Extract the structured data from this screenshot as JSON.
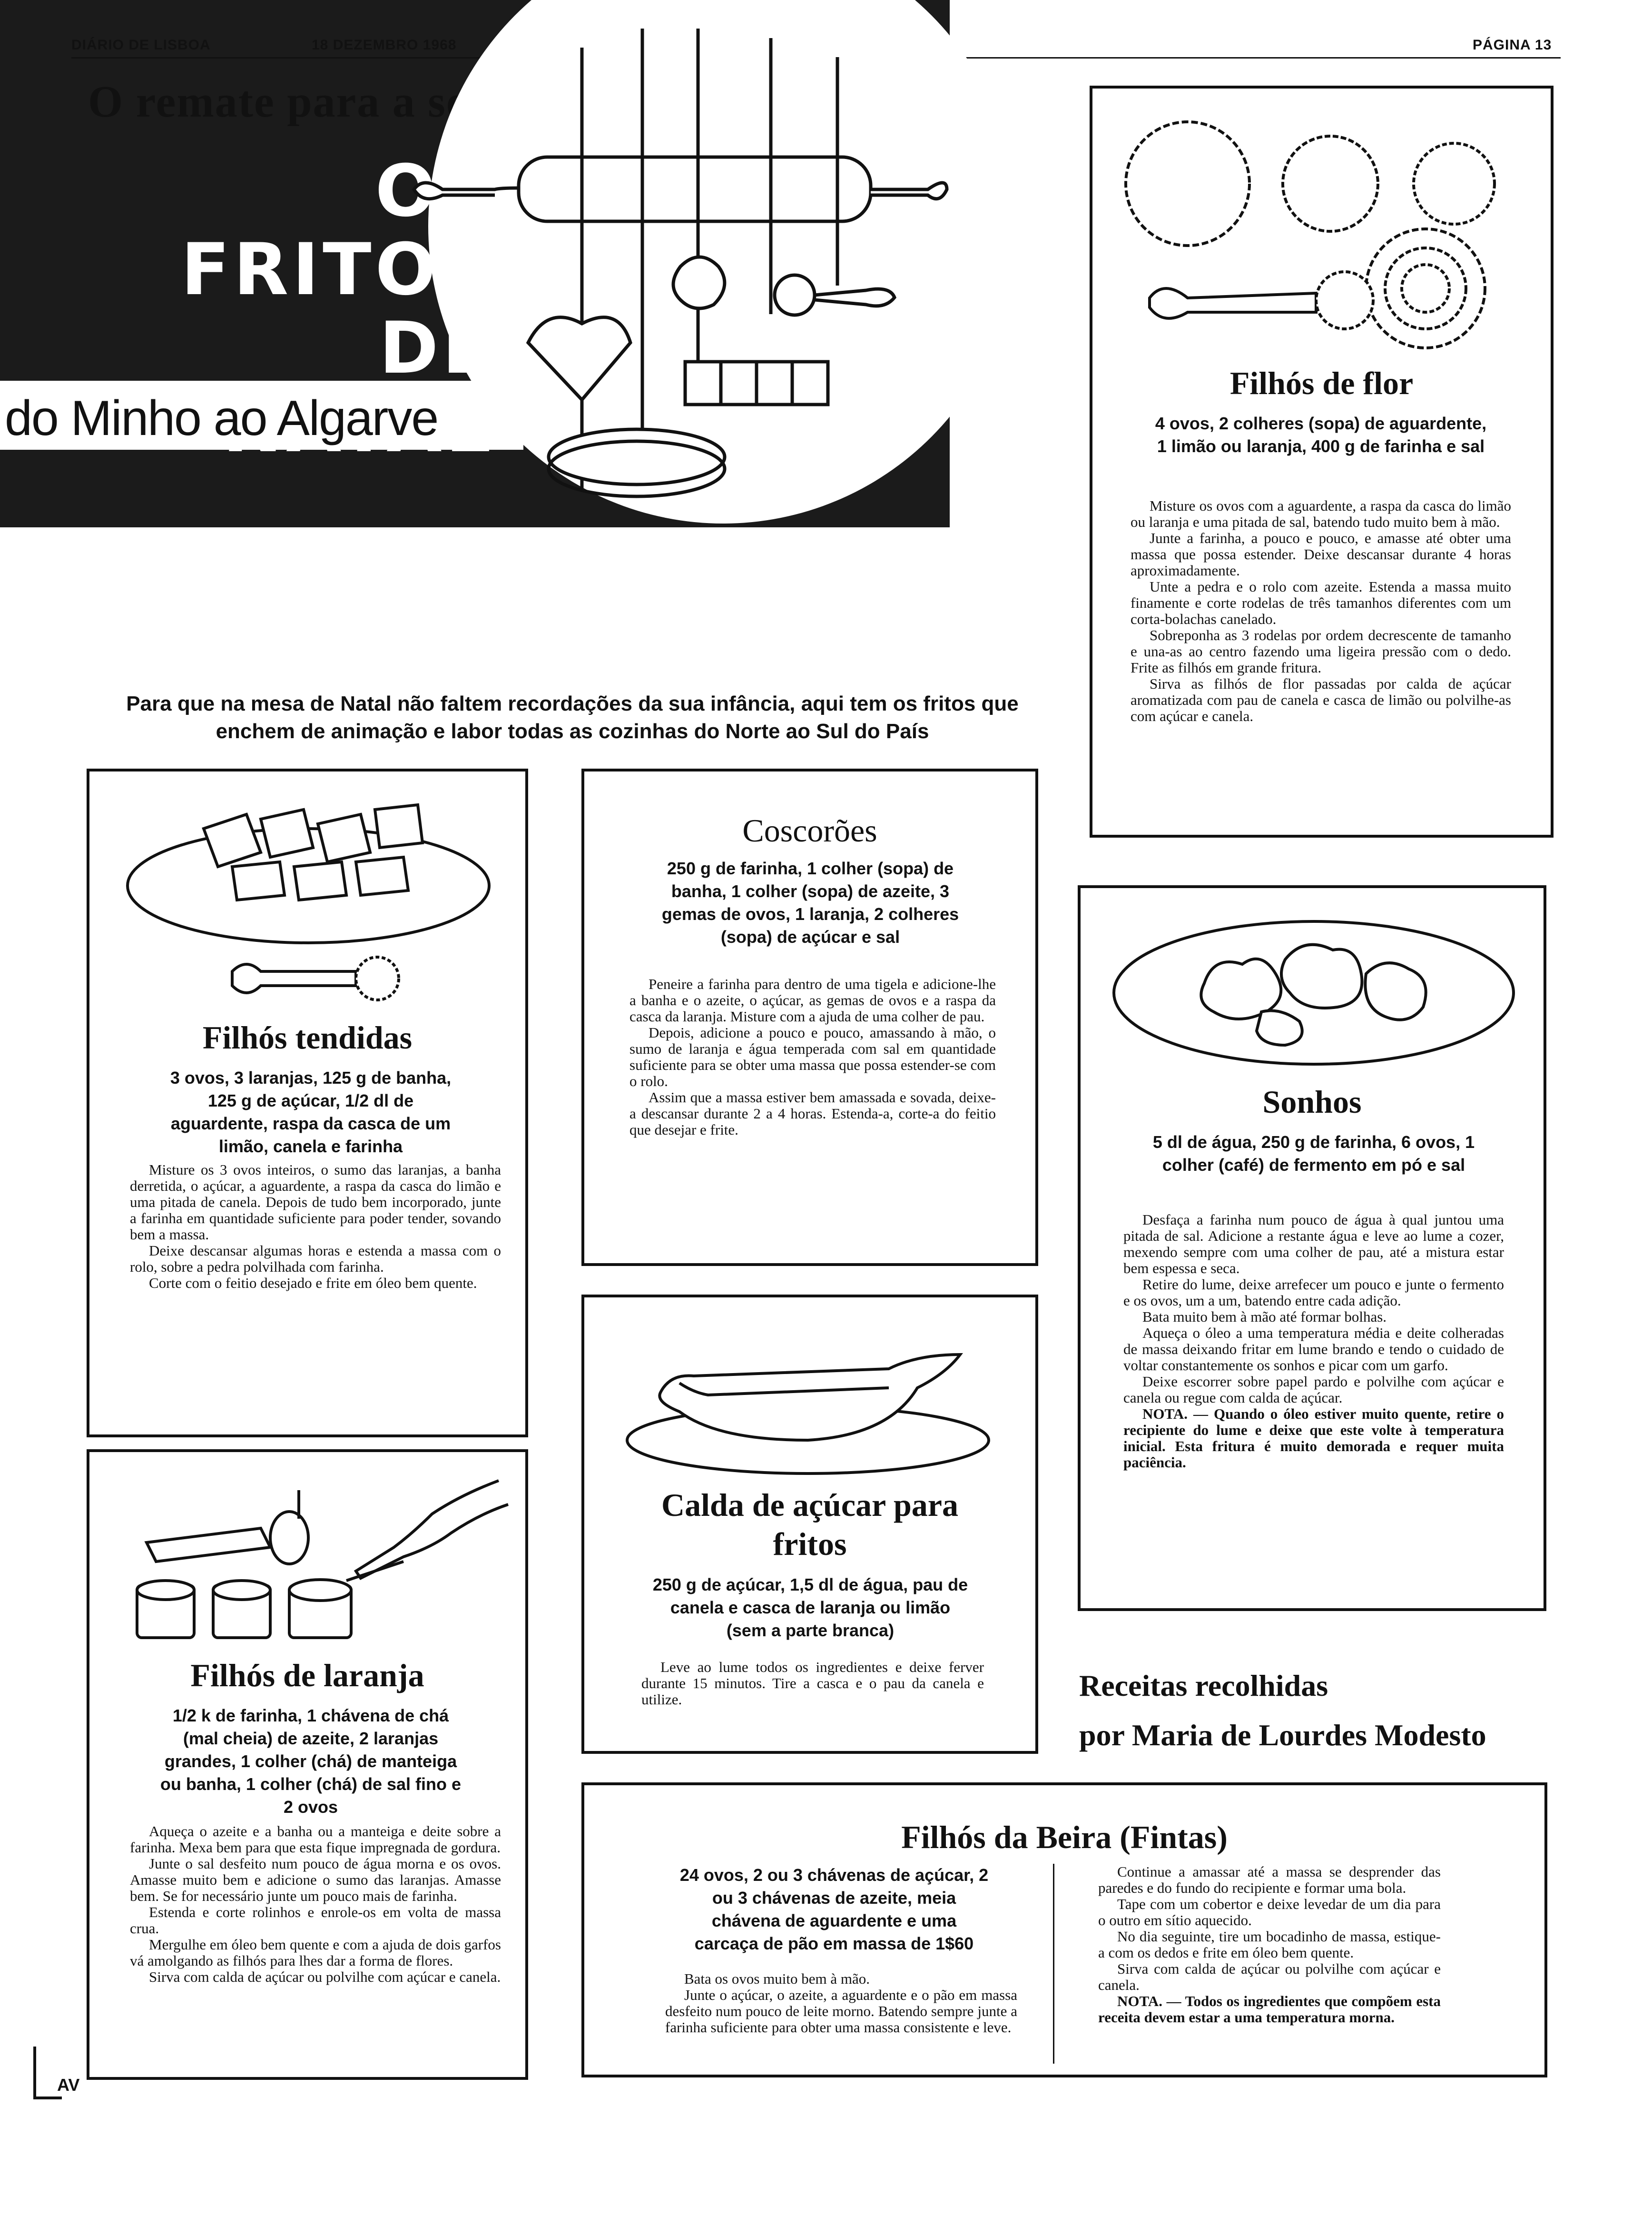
{
  "header": {
    "paper": "DIÁRIO DE LISBOA",
    "date": "18 DEZEMBRO 1968",
    "page": "PÁGINA 13"
  },
  "headline": "O remate para a sobremesa mais doce do ano",
  "banner": {
    "title_lines": [
      "OS FRITOS",
      "DE",
      "NATAL"
    ],
    "subtitle": "do Minho ao Algarve"
  },
  "intro": "Para que na mesa de Natal não faltem recordações da sua infância, aqui tem os fritos que enchem de animação e labor todas as cozinhas do Norte ao Sul do País",
  "recipes": {
    "flor": {
      "title": "Filhós de flor",
      "ingredients": "4 ovos, 2 colheres (sopa) de aguardente, 1 limão ou laranja, 400 g de farinha e sal",
      "steps": [
        "Misture os ovos com a aguardente, a raspa da casca do limão ou laranja e uma pitada de sal, batendo tudo muito bem à mão.",
        "Junte a farinha, a pouco e pouco, e amasse até obter uma massa que possa estender. Deixe descansar durante 4 horas aproximadamente.",
        "Unte a pedra e o rolo com azeite. Estenda a massa muito finamente e corte rodelas de três tamanhos diferentes com um corta-bolachas canelado.",
        "Sobreponha as 3 rodelas por ordem decrescente de tamanho e una-as ao centro fazendo uma ligeira pressão com o dedo. Frite as filhós em grande fritura.",
        "Sirva as filhós de flor passadas por calda de açúcar aromatizada com pau de canela e casca de limão ou polvilhe-as com açúcar e canela."
      ]
    },
    "tendidas": {
      "title": "Filhós tendidas",
      "ingredients": "3 ovos, 3 laranjas, 125 g de banha, 125 g de açúcar, 1/2 dl de aguardente, raspa da casca de um limão, canela e farinha",
      "steps": [
        "Misture os 3 ovos inteiros, o sumo das laranjas, a banha derretida, o açúcar, a aguardente, a raspa da casca do limão e uma pitada de canela. Depois de tudo bem incorporado, junte a farinha em quantidade suficiente para poder tender, sovando bem a massa.",
        "Deixe descansar algumas horas e estenda a massa com o rolo, sobre a pedra polvilhada com farinha.",
        "Corte com o feitio desejado e frite em óleo bem quente."
      ]
    },
    "coscoroes": {
      "title": "Coscorões",
      "ingredients": "250 g de farinha, 1 colher (sopa) de banha, 1 colher (sopa) de azeite, 3 gemas de ovos, 1 laranja, 2 colheres (sopa) de açúcar e sal",
      "steps": [
        "Peneire a farinha para dentro de uma tigela e adicione-lhe a banha e o azeite, o açúcar, as gemas de ovos e a raspa da casca da laranja. Misture com a ajuda de uma colher de pau.",
        "Depois, adicione a pouco e pouco, amassando à mão, o sumo de laranja e água temperada com sal em quantidade suficiente para se obter uma massa que possa estender-se com o rolo.",
        "Assim que a massa estiver bem amassada e sovada, deixe-a descansar durante 2 a 4 horas. Estenda-a, corte-a do feitio que desejar e frite."
      ]
    },
    "sonhos": {
      "title": "Sonhos",
      "ingredients": "5 dl de água, 250 g de farinha, 6 ovos, 1 colher (café) de fermento em pó e sal",
      "steps": [
        "Desfaça a farinha num pouco de água à qual juntou uma pitada de sal. Adicione a restante água e leve ao lume a cozer, mexendo sempre com uma colher de pau, até a mistura estar bem espessa e seca.",
        "Retire do lume, deixe arrefecer um pouco e junte o fermento e os ovos, um a um, batendo entre cada adição.",
        "Bata muito bem à mão até formar bolhas.",
        "Aqueça o óleo a uma temperatura média e deite colheradas de massa deixando fritar em lume brando e tendo o cuidado de voltar constantemente os sonhos e picar com um garfo.",
        "Deixe escorrer sobre papel pardo e polvilhe com açúcar e canela ou regue com calda de açúcar."
      ],
      "note": "NOTA. — Quando o óleo estiver muito quente, retire o recipiente do lume e deixe que este volte à temperatura inicial. Esta fritura é muito demorada e requer muita paciência."
    },
    "calda": {
      "title": "Calda de açúcar para fritos",
      "ingredients": "250 g de açúcar, 1,5 dl de água, pau de canela e casca de laranja ou limão (sem a parte branca)",
      "steps": [
        "Leve ao lume todos os ingredientes e deixe ferver durante 15 minutos. Tire a casca e o pau da canela e utilize."
      ]
    },
    "laranja": {
      "title": "Filhós de laranja",
      "ingredients": "1/2 k de farinha, 1 chávena de chá (mal cheia) de azeite, 2 laranjas grandes, 1 colher (chá) de manteiga ou banha, 1 colher (chá) de sal fino e 2 ovos",
      "steps": [
        "Aqueça o azeite e a banha ou a manteiga e deite sobre a farinha. Mexa bem para que esta fique impregnada de gordura.",
        "Junte o sal desfeito num pouco de água morna e os ovos. Amasse muito bem e adicione o sumo das laranjas. Amasse bem. Se for necessário junte um pouco mais de farinha.",
        "Estenda e corte rolinhos e enrole-os em volta de massa crua.",
        "Mergulhe em óleo bem quente e com a ajuda de dois garfos vá amolgando as filhós para lhes dar a forma de flores.",
        "Sirva com calda de açúcar ou polvilhe com açúcar e canela."
      ]
    },
    "beira": {
      "title": "Filhós da Beira (Fintas)",
      "ingredients": "24 ovos, 2 ou 3 chávenas de açúcar, 2 ou 3 chávenas de azeite, meia chávena de aguardente e uma carcaça de pão em massa de 1$60",
      "steps_left": [
        "Bata os ovos muito bem à mão.",
        "Junte o açúcar, o azeite, a aguardente e o pão em massa desfeito num pouco de leite morno. Batendo sempre junte a farinha suficiente para obter uma massa consistente e leve."
      ],
      "steps_right": [
        "Continue a amassar até a massa se desprender das paredes e do fundo do recipiente e formar uma bola.",
        "Tape com um cobertor e deixe levedar de um dia para o outro em sítio aquecido.",
        "No dia seguinte, tire um bocadinho de massa, estique-a com os dedos e frite em óleo bem quente.",
        "Sirva com calda de açúcar ou polvilhe com açúcar e canela."
      ],
      "note": "NOTA. — Todos os ingredientes que compõem esta receita devem estar a uma temperatura morna."
    }
  },
  "credit": {
    "line1": "Receitas recolhidas",
    "line2": "por Maria de Lourdes Modesto"
  },
  "footer_mark": "AV"
}
